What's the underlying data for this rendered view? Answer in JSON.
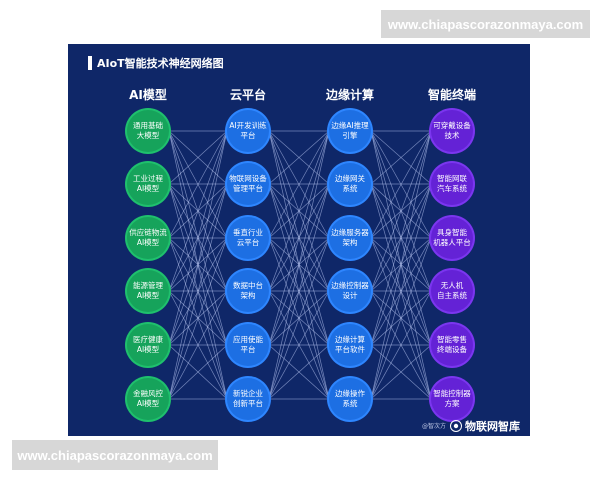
{
  "watermarks": {
    "top": "www.chiapascorazonmaya.com",
    "bottom": "www.chiapascorazonmaya.com"
  },
  "title": "AIoT智能技术神经网络图",
  "columns": [
    {
      "header": "AI模型",
      "nodes": [
        "通用基础\n大模型",
        "工业过程\nAI模型",
        "供应链物流\nAI模型",
        "能源管理\nAI模型",
        "医疗健康\nAI模型",
        "金融风控\nAI模型"
      ]
    },
    {
      "header": "云平台",
      "nodes": [
        "AI开发训练\n平台",
        "物联网设备\n管理平台",
        "垂直行业\n云平台",
        "数据中台\n架构",
        "应用使能\n平台",
        "新锐企业\n创新平台"
      ]
    },
    {
      "header": "边缘计算",
      "nodes": [
        "边缘AI推理\n引擎",
        "边缘网关\n系统",
        "边缘服务器\n架构",
        "边缘控制器\n设计",
        "边缘计算\n平台软件",
        "边缘操作\n系统"
      ]
    },
    {
      "header": "智能终端",
      "nodes": [
        "可穿戴设备\n技术",
        "智能网联\n汽车系统",
        "具身智能\n机器人平台",
        "无人机\n自主系统",
        "智能零售\n终端设备",
        "智能控制器\n方案"
      ]
    }
  ],
  "footer": {
    "source": "@智次方",
    "brand": "物联网智库"
  },
  "colors": {
    "background": "#0f2768",
    "ai_model": "#16a35b",
    "cloud": "#1d6fe3",
    "edge": "#1d6fe3",
    "terminal": "#6422d6",
    "edge_line": "#c9d6ff"
  }
}
